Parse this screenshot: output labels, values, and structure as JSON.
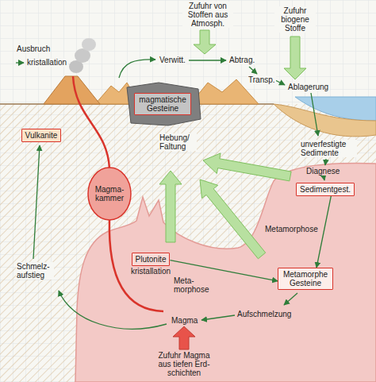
{
  "diagram": {
    "nodes": [
      {
        "text": [
          "magmatische Gesteine"
        ]
      },
      {
        "text": [
          "Vulkanite"
        ]
      },
      {
        "text": [
          "Sedimentgest."
        ]
      },
      {
        "text": [
          "Plutonite"
        ]
      },
      {
        "text": [
          "Metamorphe Gesteine"
        ]
      }
    ],
    "edges": [
      {
        "from": 2,
        "to": 4,
        "arrow": "to",
        "label": "Metamorphose"
      },
      {
        "from": 3,
        "to": 4,
        "arrow": "to",
        "label": "Meta- morphose"
      }
    ],
    "labels": [
      "Zufuhr von Stoffen aus Atmosph.",
      "Ausbruch",
      "kristallation",
      "Verwitt.",
      "Zufuhr biogene Stoffe",
      "Abtrag.",
      "Transp.",
      "Ablagerung",
      "Hebung/ Faltung",
      "unverfestigte Sedimente",
      "Diagnese",
      "Magma- kammer",
      "kristallation",
      "Schmelz- aufstieg",
      "Aufschmelzung",
      "Magma",
      "Zufuhr Magma aus tiefen Erd- schichten"
    ]
  }
}
